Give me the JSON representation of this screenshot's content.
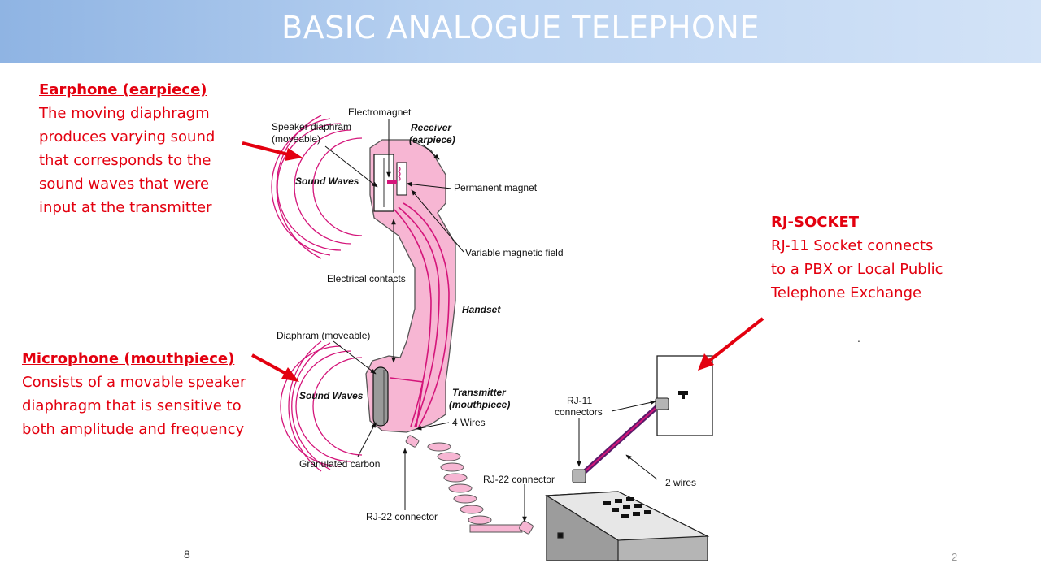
{
  "slide": {
    "title": "BASIC ANALOGUE TELEPHONE",
    "page_number": "2",
    "stray_mark": "8",
    "dot_mark": "."
  },
  "callouts": {
    "earphone": {
      "heading": "Earphone (earpiece)",
      "lines": [
        "The moving diaphragm",
        "produces varying sound",
        "that corresponds to the",
        "sound waves that were",
        "input at the transmitter"
      ]
    },
    "microphone": {
      "heading": "Microphone (mouthpiece)",
      "lines": [
        "Consists of a movable speaker",
        "diaphragm that is sensitive to",
        "both amplitude and frequency"
      ]
    },
    "rj_socket": {
      "heading": "RJ-SOCKET",
      "lines": [
        "RJ-11 Socket connects",
        "to a PBX or Local Public",
        "Telephone Exchange"
      ]
    }
  },
  "diagram_labels": {
    "electromagnet": "Electromagnet",
    "speaker_diaphram": "Speaker diaphram",
    "moveable_1": "(moveable)",
    "receiver": "Receiver",
    "earpiece": "(earpiece)",
    "sound_waves_top": "Sound Waves",
    "permanent_magnet": "Permanent magnet",
    "variable_field": "Variable magnetic field",
    "electrical_contacts": "Electrical contacts",
    "handset": "Handset",
    "diaphram_moveable": "Diaphram (moveable)",
    "sound_waves_bottom": "Sound Waves",
    "transmitter": "Transmitter",
    "mouthpiece": "(mouthpiece)",
    "four_wires": "4 Wires",
    "granulated_carbon": "Granulated carbon",
    "rj11": "RJ-11",
    "connectors": "connectors",
    "rj22_connector_right": "RJ-22 connector",
    "two_wires": "2 wires",
    "rj22_connector_bottom": "RJ-22 connector"
  },
  "colors": {
    "callout_red": "#e3000f",
    "handset_pink": "#f7b6d3",
    "wire_magenta": "#d4157a",
    "title_blue": "#8fb4e3"
  }
}
